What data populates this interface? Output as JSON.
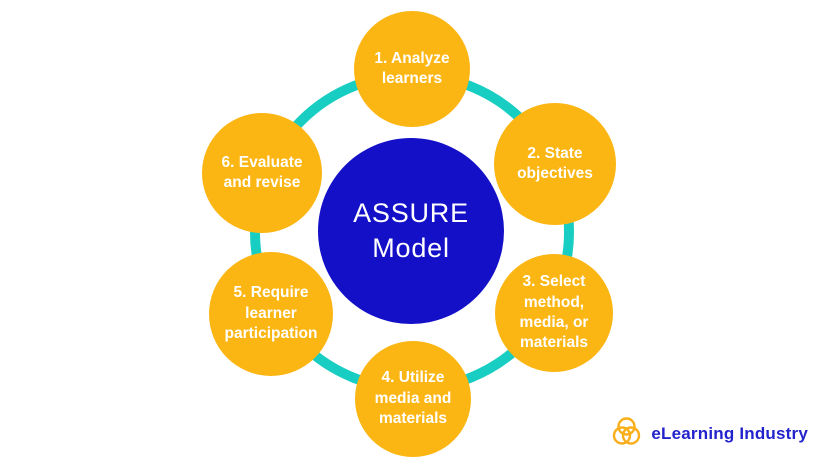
{
  "diagram": {
    "name": "ASSURE Model cycle diagram",
    "center": {
      "label": "ASSURE\nModel"
    },
    "steps": [
      {
        "id": 1,
        "label": "1. Analyze\nlearners"
      },
      {
        "id": 2,
        "label": "2. State\nobjectives"
      },
      {
        "id": 3,
        "label": "3. Select\nmethod,\nmedia, or\nmaterials"
      },
      {
        "id": 4,
        "label": "4. Utilize\nmedia and\nmaterials"
      },
      {
        "id": 5,
        "label": "5. Require\nlearner\nparticipation"
      },
      {
        "id": 6,
        "label": "6. Evaluate\nand revise"
      }
    ]
  },
  "logo": {
    "text": "eLearning Industry"
  },
  "colors": {
    "yellow": "#FCB614",
    "blue": "#1310C8",
    "teal": "#18CEC2",
    "logo_blue": "#2323CD",
    "logo_orange": "#F9AE1B",
    "white": "#FFFFFF"
  }
}
